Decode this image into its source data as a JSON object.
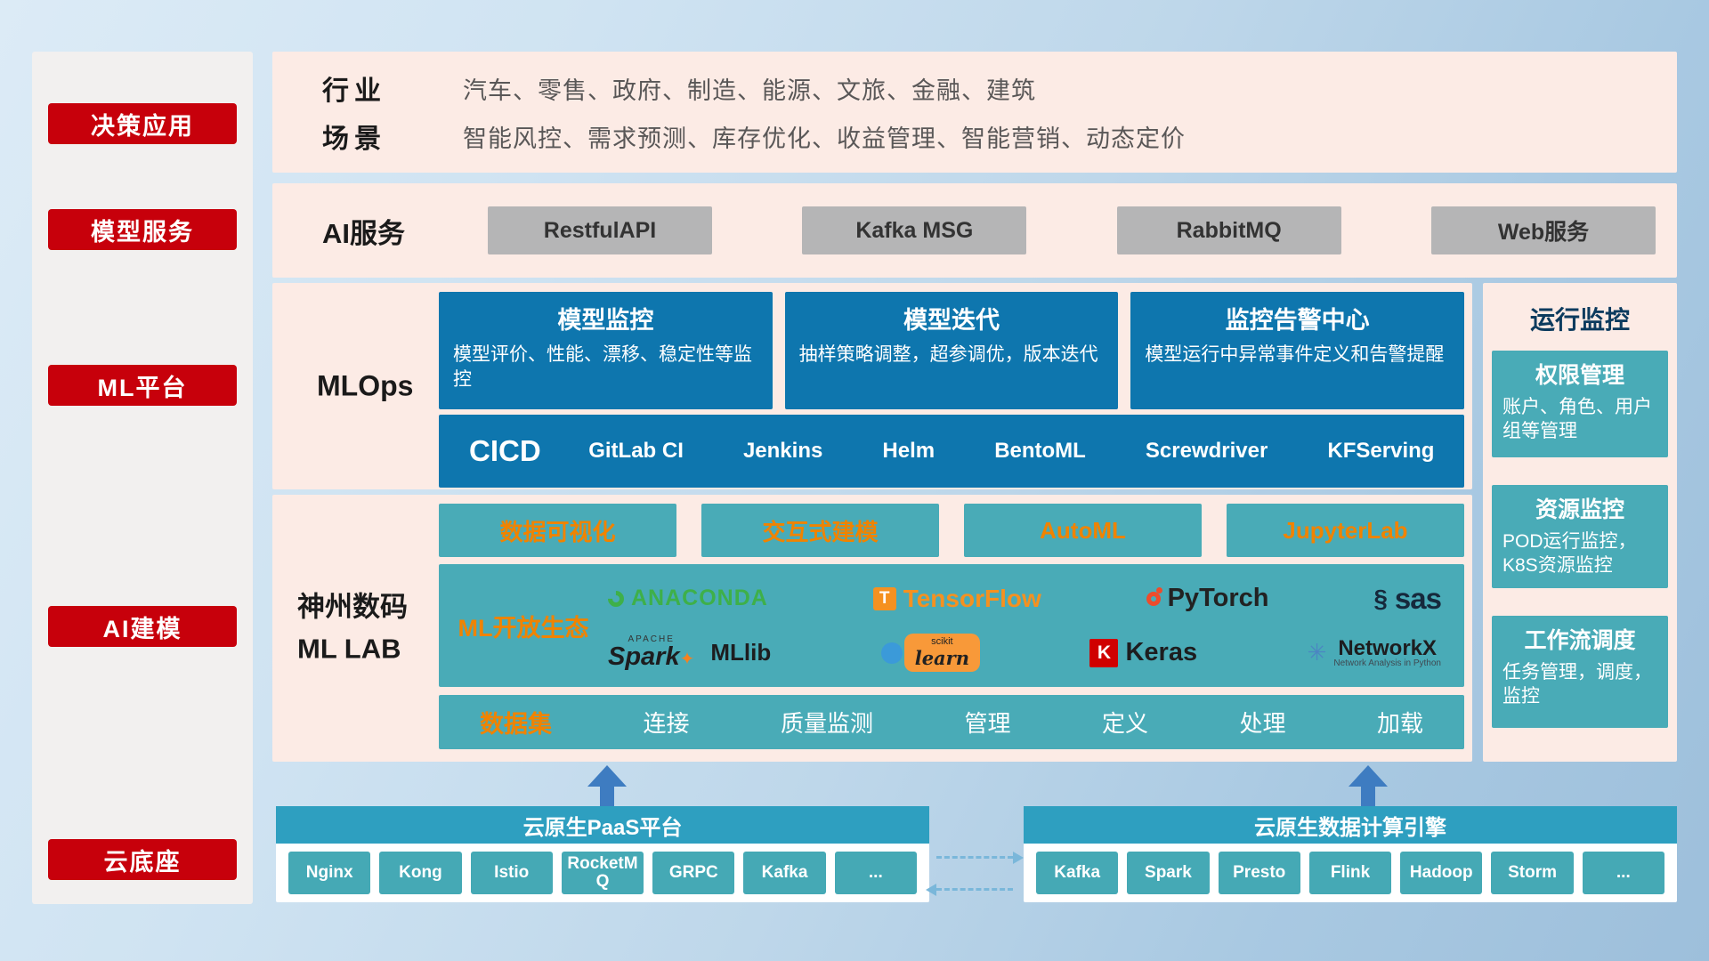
{
  "colors": {
    "badge_red": "#c7000b",
    "panel_pink": "#fcebe5",
    "primary_blue": "#0e76ae",
    "teal": "#49abb7",
    "accent_orange": "#f08300",
    "bar_blue": "#2e9fc0",
    "chip_gray": "#b5b5b6"
  },
  "sidebar": {
    "items": [
      {
        "label": "决策应用"
      },
      {
        "label": "模型服务"
      },
      {
        "label": "ML平台"
      },
      {
        "label": "AI建模"
      },
      {
        "label": "云底座"
      }
    ]
  },
  "industry": {
    "row1_label": "行业",
    "row1_value": "汽车、零售、政府、制造、能源、文旅、金融、建筑",
    "row2_label": "场景",
    "row2_value": "智能风控、需求预测、库存优化、收益管理、智能营销、动态定价"
  },
  "ai_service": {
    "label": "AI服务",
    "buttons": [
      "RestfulAPI",
      "Kafka MSG",
      "RabbitMQ",
      "Web服务"
    ]
  },
  "mlops": {
    "label": "MLOps",
    "cards": [
      {
        "title": "模型监控",
        "desc": "模型评价、性能、漂移、稳定性等监控"
      },
      {
        "title": "模型迭代",
        "desc": "抽样策略调整，超参调优，版本迭代"
      },
      {
        "title": "监控告警中心",
        "desc": "模型运行中异常事件定义和告警提醒"
      }
    ],
    "cicd_label": "CICD",
    "cicd_tools": [
      "GitLab CI",
      "Jenkins",
      "Helm",
      "BentoML",
      "Screwdriver",
      "KFServing"
    ]
  },
  "mllab": {
    "label_line1": "神州数码",
    "label_line2": "ML LAB",
    "features": [
      "数据可视化",
      "交互式建模",
      "AutoML",
      "JupyterLab"
    ],
    "ecosystem_label": "ML开放生态",
    "logos": {
      "anaconda": "ANACONDA",
      "tensorflow_icon": "T",
      "tensorflow": "TensorFlow",
      "pytorch": "PyTorch",
      "sas_swirl": "§",
      "sas": "sas",
      "apache": "APACHE",
      "spark": "Spark",
      "spark_star": "✦",
      "mllib": "MLlib",
      "scikit_top": "scikit",
      "scikit_main": "learn",
      "keras_icon": "K",
      "keras": "Keras",
      "networkx_icon": "✳",
      "networkx": "NetworkX",
      "networkx_sub": "Network Analysis in Python"
    },
    "dataset_label": "数据集",
    "dataset_items": [
      "连接",
      "质量监测",
      "管理",
      "定义",
      "处理",
      "加载"
    ]
  },
  "monitor": {
    "title": "运行监控",
    "cards": [
      {
        "title": "权限管理",
        "desc": "账户、角色、用户组等管理"
      },
      {
        "title": "资源监控",
        "desc": "POD运行监控，K8S资源监控"
      },
      {
        "title": "工作流调度",
        "desc": "任务管理，调度，监控"
      }
    ]
  },
  "cloud": {
    "paas_title": "云原生PaaS平台",
    "paas_items": [
      "Nginx",
      "Kong",
      "Istio",
      "RocketMQ",
      "GRPC",
      "Kafka",
      "..."
    ],
    "engine_title": "云原生数据计算引擎",
    "engine_items": [
      "Kafka",
      "Spark",
      "Presto",
      "Flink",
      "Hadoop",
      "Storm",
      "..."
    ]
  }
}
